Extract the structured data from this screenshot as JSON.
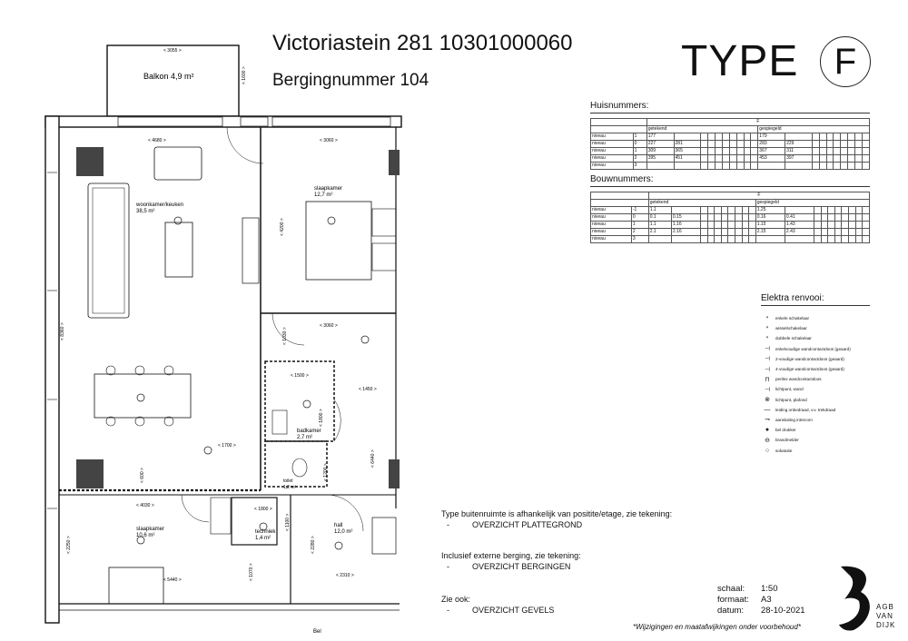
{
  "header": {
    "title": "Victoriastein 281 10301000060",
    "subtitle": "Bergingnummer 104",
    "type_word": "TYPE",
    "type_letter": "F"
  },
  "huisnummers": {
    "title": "Huisnummers:",
    "column_group": "F",
    "left_header": "getekend",
    "right_header": "gespiegeld",
    "rows": [
      {
        "label": "niveau",
        "level": "1",
        "left": [
          "177",
          ""
        ],
        "right": [
          "179",
          ""
        ]
      },
      {
        "label": "niveau",
        "level": "0",
        "left": [
          "227",
          "281"
        ],
        "right": [
          "283",
          "229"
        ]
      },
      {
        "label": "niveau",
        "level": "1",
        "left": [
          "309",
          "365"
        ],
        "right": [
          "367",
          "311"
        ]
      },
      {
        "label": "niveau",
        "level": "2",
        "left": [
          "395",
          "451"
        ],
        "right": [
          "453",
          "397"
        ]
      },
      {
        "label": "niveau",
        "level": "3",
        "left": [
          "",
          ""
        ],
        "right": [
          "",
          ""
        ]
      }
    ]
  },
  "bouwnummers": {
    "title": "Bouwnummers:",
    "column_group": "F",
    "left_header": "getekend",
    "right_header": "gespiegeld",
    "rows": [
      {
        "label": "niveau",
        "level": "-1",
        "left": [
          "1.1",
          ""
        ],
        "right": [
          "1.25",
          ""
        ]
      },
      {
        "label": "niveau",
        "level": "0",
        "left": [
          "0.1",
          "0.15"
        ],
        "right": [
          "0.16",
          "0.41"
        ]
      },
      {
        "label": "niveau",
        "level": "1",
        "left": [
          "1.1",
          "1.16"
        ],
        "right": [
          "1.15",
          "1.43"
        ]
      },
      {
        "label": "niveau",
        "level": "2",
        "left": [
          "2.1",
          "2.16"
        ],
        "right": [
          "2.15",
          "2.43"
        ]
      },
      {
        "label": "niveau",
        "level": "3",
        "left": [
          "",
          ""
        ],
        "right": [
          "",
          ""
        ]
      }
    ]
  },
  "legend": {
    "title": "Elektra renvooi:",
    "items": [
      {
        "icon": "single-switch-icon",
        "glyph": "ᐤ",
        "label": "enkele schakelaar"
      },
      {
        "icon": "changeover-switch-icon",
        "glyph": "ᐤ",
        "label": "wisselschakelaar"
      },
      {
        "icon": "double-switch-icon",
        "glyph": "ᐤ",
        "label": "dubbele schakelaar"
      },
      {
        "icon": "single-socket-icon",
        "glyph": "⊣",
        "label": "enkelvoudige wandcontactdoos (geaard)"
      },
      {
        "icon": "double-socket-icon",
        "glyph": "⊣",
        "label": "2-voudige wandcontactdoos (geaard)"
      },
      {
        "icon": "quad-socket-icon",
        "glyph": "⊣",
        "label": "4-voudige wandcontactdoos (geaard)"
      },
      {
        "icon": "perilex-socket-icon",
        "glyph": "⊓",
        "label": "perilex wandcontactdoos"
      },
      {
        "icon": "wall-light-icon",
        "glyph": "⊣",
        "label": "lichtpunt, wand"
      },
      {
        "icon": "ceiling-light-icon",
        "glyph": "⊗",
        "label": "lichtpunt, plafond"
      },
      {
        "icon": "cable-icon",
        "glyph": "—",
        "label": "leiding onbedraad, v.v. trekdraad"
      },
      {
        "icon": "intercom-icon",
        "glyph": "⊸",
        "label": "aansluiting intercom"
      },
      {
        "icon": "doorbell-icon",
        "glyph": "●",
        "label": "bel drukker"
      },
      {
        "icon": "smoke-detector-icon",
        "glyph": "⊖",
        "label": "brandmelder"
      },
      {
        "icon": "socket-box-icon",
        "glyph": "○",
        "label": "sokatuite"
      }
    ]
  },
  "notes": {
    "n1": "Type buitenruimte is afhankelijk van positite/etage, zie tekening:",
    "n1_item": "OVERZICHT PLATTEGROND",
    "n2": "Inclusief externe berging, zie tekening:",
    "n2_item": "OVERZICHT BERGINGEN",
    "n3": "Zie ook:",
    "n3_item": "OVERZICHT GEVELS",
    "dash": "-"
  },
  "meta": {
    "schaal_label": "schaal:",
    "schaal": "1:50",
    "formaat_label": "formaat:",
    "formaat": "A3",
    "datum_label": "datum:",
    "datum": "28-10-2021"
  },
  "disclaimer": "*Wijzigingen en maatafwijkingen onder voorbehoud*",
  "logo": {
    "line1": "AGB",
    "line2": "VAN",
    "line3": "DIJK",
    "icon": "agb-logo-icon"
  },
  "plan": {
    "balkon": "Balkon 4,9 m²",
    "woonkamer": "woonkamer/keuken",
    "woonkamer_area": "38,5 m²",
    "slaapkamer1": "slaapkamer",
    "slaapkamer1_area": "12,7 m²",
    "badkamer": "badkamer",
    "badkamer_area": "2,7 m²",
    "toilet": "toilet",
    "toilet_area": "1,2 m²",
    "slaapkamer2": "slaapkamer",
    "slaapkamer2_area": "10,6 m²",
    "techniek": "techniek",
    "techniek_area": "1,4 m²",
    "hall": "hall",
    "hall_area": "12,0 m²",
    "bel": "Bel",
    "dims": {
      "d3055": "< 3055 >",
      "d1600": "< 1600 >",
      "d4680": "< 4680 >",
      "d3060a": "< 3060 >",
      "d4200": "< 4200 >",
      "d3060b": "< 3060 >",
      "d8360": "< 8360 >",
      "d1030": "< 1030 >",
      "d1450": "< 1450 >",
      "d1500": "< 1500 >",
      "d1800": "< 1800 >",
      "d1700": "< 1700 >",
      "d6440": "< 6440 >",
      "d4030": "< 4030 >",
      "d1800b": "< 1800 >",
      "d1100": "< 1100 >",
      "d2250": "< 2250 >",
      "d5440": "< 5440 >",
      "d2310": "< 2310 >",
      "d1070": "< 1070 >",
      "d2280": "< 2280 >",
      "d1200": "< 1200 >",
      "d600": "< 600 >"
    }
  }
}
